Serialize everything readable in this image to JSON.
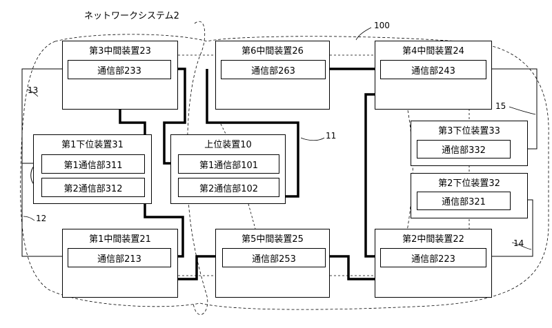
{
  "system": {
    "title": "ネットワークシステム2"
  },
  "refs": {
    "vehicle": "100",
    "main_line": "11",
    "line_12": "12",
    "line_13": "13",
    "line_14": "14",
    "line_15": "15"
  },
  "devices": {
    "mid23": {
      "title": "第3中間装置23",
      "comm": "通信部233"
    },
    "mid26": {
      "title": "第6中間装置26",
      "comm": "通信部263"
    },
    "mid24": {
      "title": "第4中間装置24",
      "comm": "通信部243"
    },
    "low31": {
      "title": "第1下位装置31",
      "comm1": "第1通信部311",
      "comm2": "第2通信部312"
    },
    "top10": {
      "title": "上位装置10",
      "comm1": "第1通信部101",
      "comm2": "第2通信部102"
    },
    "low33": {
      "title": "第3下位装置33",
      "comm": "通信部332"
    },
    "low32": {
      "title": "第2下位装置32",
      "comm": "通信部321"
    },
    "mid21": {
      "title": "第1中間装置21",
      "comm": "通信部213"
    },
    "mid25": {
      "title": "第5中間装置25",
      "comm": "通信部253"
    },
    "mid22": {
      "title": "第2中間装置22",
      "comm": "通信部223"
    }
  }
}
